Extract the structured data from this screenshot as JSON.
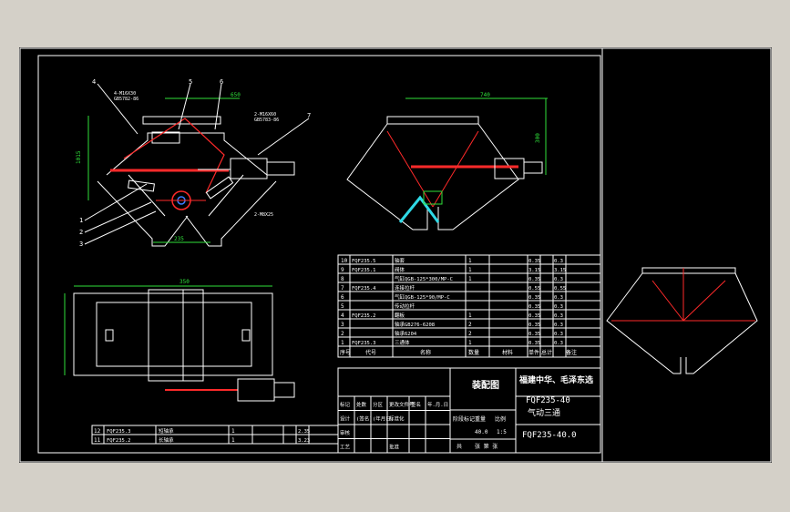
{
  "drawing": {
    "title_block": {
      "drawing_name": "装配图",
      "company": "福建中华、毛泽东选",
      "drawing_no": "FQF235-40",
      "product_name": "气动三通",
      "part_no": "FQF235-40.0",
      "sheet_left": "共",
      "sheet_right": "张 第 张"
    },
    "bom_header": [
      "序号",
      "代号",
      "名称",
      "数量",
      "材料",
      "单件",
      "总计",
      "备注"
    ],
    "bom_rows": [
      {
        "no": "10",
        "code": "FQF235.5",
        "name": "轴套",
        "qty": "1",
        "w1": "0.35",
        "w2": "0.3"
      },
      {
        "no": "9",
        "code": "FQF235.1",
        "name": "阀体",
        "qty": "1",
        "w1": "3.15",
        "w2": "3.15"
      },
      {
        "no": "8",
        "code": "",
        "name": "气缸QGB-125*300/MP-C",
        "qty": "1",
        "w1": "0.35",
        "w2": "0.3"
      },
      {
        "no": "7",
        "code": "FQF235.4",
        "name": "连接拉杆",
        "qty": "",
        "w1": "0.55",
        "w2": "0.55"
      },
      {
        "no": "6",
        "code": "",
        "name": "气缸QGB-125*90/MP-C",
        "qty": "",
        "w1": "0.35",
        "w2": "0.3"
      },
      {
        "no": "5",
        "code": "",
        "name": "传动拉杆",
        "qty": "",
        "w1": "0.35",
        "w2": "0.3"
      },
      {
        "no": "4",
        "code": "FQF235.2",
        "name": "翻板",
        "qty": "1",
        "w1": "0.35",
        "w2": "0.3"
      },
      {
        "no": "3",
        "code": "",
        "name": "轴承GB276-6208",
        "qty": "2",
        "w1": "0.35",
        "w2": "0.3"
      },
      {
        "no": "2",
        "code": "",
        "name": "轴承6204",
        "qty": "2",
        "w1": "0.35",
        "w2": "0.3"
      },
      {
        "no": "1",
        "code": "FQF235.3",
        "name": "三通体",
        "qty": "1",
        "w1": "0.35",
        "w2": "0.3"
      }
    ],
    "lower_rows": [
      {
        "no": "12",
        "code": "FQF235.3",
        "name": "短轴承",
        "qty": "1",
        "w1": "2.35"
      },
      {
        "no": "11",
        "code": "FQF235.2",
        "name": "长轴承",
        "qty": "1",
        "w1": "3.23"
      }
    ],
    "approval": {
      "rows": [
        [
          "标记",
          "处数",
          "分区",
          "更改文件号",
          "签名",
          "年.月.日"
        ],
        [
          "设计",
          "(签名)",
          "(年月日)",
          "标准化"
        ],
        [
          "审核",
          "",
          "",
          ""
        ],
        [
          "工艺",
          "",
          "",
          "批准"
        ]
      ],
      "stage_labels": [
        "阶段标记",
        "重量",
        "比例"
      ],
      "scale": "1:5",
      "weight": "40.0"
    },
    "leaders": [
      "4",
      "5",
      "6",
      "7",
      "1",
      "2",
      "3"
    ],
    "small_labels": [
      "4-M16X30",
      "GB5782-86",
      "2-M16X60",
      "GB5783-86",
      "2-M8X25"
    ],
    "dims": [
      "1015",
      "650",
      "740",
      "300",
      "350",
      "235"
    ]
  },
  "colors": {
    "background": "#000000",
    "frame": "#ffffff",
    "dimension": "#2fe03a",
    "part_red": "#ff2a2a",
    "accent_cyan": "#2fd9e6",
    "hidden_blue": "#3b7bff"
  }
}
